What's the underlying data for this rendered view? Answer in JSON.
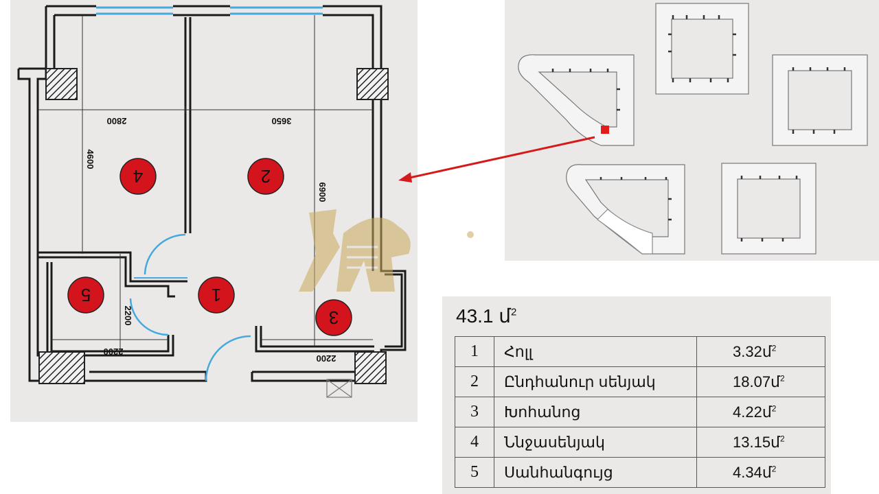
{
  "plan": {
    "dimensions": [
      "2800",
      "3650",
      "4600",
      "6900",
      "2200",
      "2200",
      "2200"
    ],
    "room_markers": [
      "1",
      "2",
      "3",
      "4",
      "5"
    ]
  },
  "area": {
    "total": "43.1 մ",
    "total_exp": "2",
    "rooms": [
      {
        "num": "1",
        "name": "Հոլլ",
        "value": "3.32մ",
        "exp": "2"
      },
      {
        "num": "2",
        "name": "Ընդհանուր սենյակ",
        "value": "18.07մ",
        "exp": "2"
      },
      {
        "num": "3",
        "name": "Խոհանոց",
        "value": "4.22մ",
        "exp": "2"
      },
      {
        "num": "4",
        "name": "Ննջասենյակ",
        "value": "13.15մ",
        "exp": "2"
      },
      {
        "num": "5",
        "name": "Սանհանգույց",
        "value": "4.34մ",
        "exp": "2"
      }
    ]
  },
  "colors": {
    "plan_bg": "#ebe9e8",
    "wall": "#1a1a1a",
    "window": "#45a9dd",
    "marker": "#d4141c",
    "arrow": "#d41a1a",
    "watermark": "#c9a85c"
  }
}
